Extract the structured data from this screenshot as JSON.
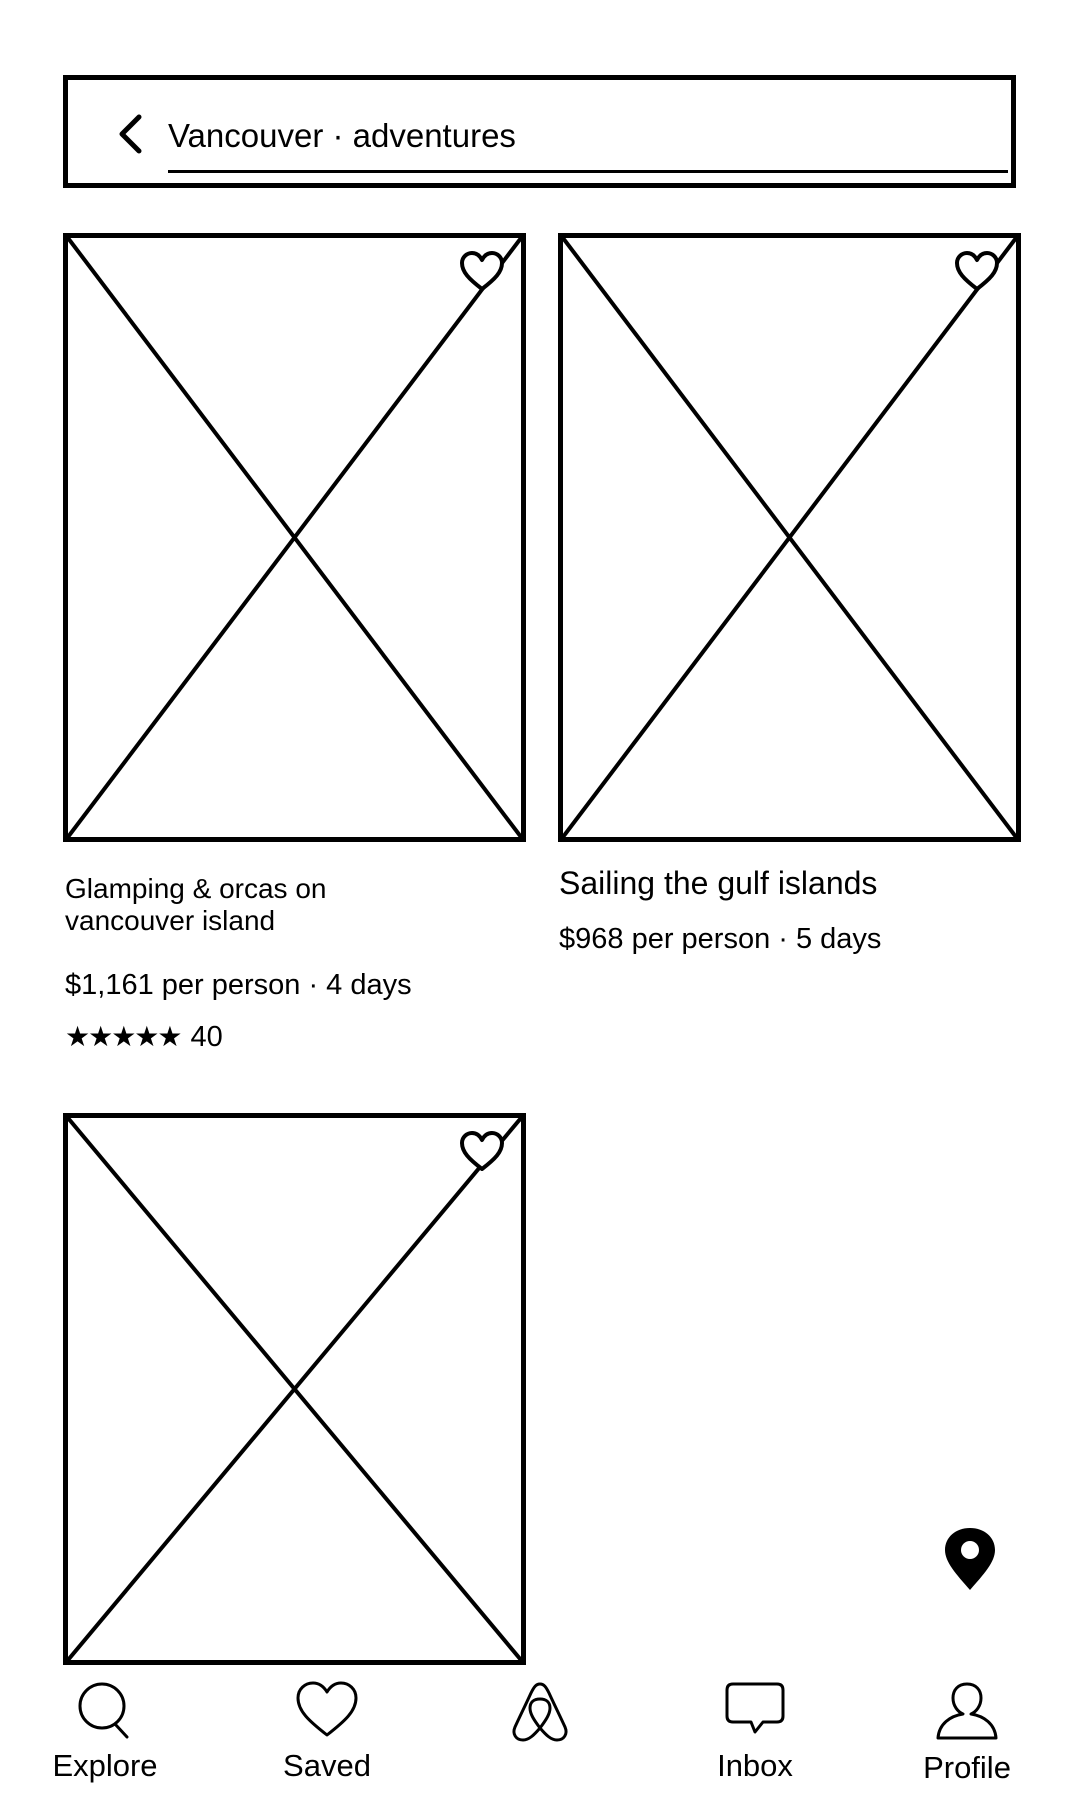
{
  "search": {
    "query": "Vancouver · adventures"
  },
  "listings": [
    {
      "title": "Glamping & orcas on vancouver island",
      "price": "$1,161 per person · 4 days",
      "rating_stars": "★★★★★",
      "rating_count": "40"
    },
    {
      "title": "Sailing the gulf islands",
      "price": "$968 per person · 5 days"
    },
    {}
  ],
  "icons": {
    "back": "chevron-left-icon",
    "favorite": "heart-outline-icon",
    "map": "map-pin-icon",
    "explore": "search-icon",
    "saved": "heart-icon",
    "home": "airbnb-logo-icon",
    "inbox": "message-icon",
    "profile": "user-icon"
  },
  "tabbar": {
    "explore": "Explore",
    "saved": "Saved",
    "inbox": "Inbox",
    "profile": "Profile"
  }
}
